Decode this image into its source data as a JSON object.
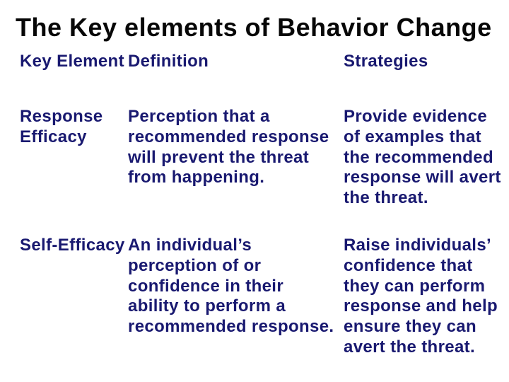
{
  "slide": {
    "title": "The Key elements of Behavior Change",
    "table": {
      "headers": [
        "Key Element",
        "Definition",
        "Strategies"
      ],
      "rows": [
        {
          "key_element": "Response\nEfficacy",
          "definition": "Perception that a\nrecommended response\nwill prevent the threat\nfrom happening.",
          "strategies": "Provide evidence\nof examples that\nthe recommended\nresponse will avert\nthe threat."
        },
        {
          "key_element": "Self-Efficacy",
          "definition": "An individual’s\nperception of or\nconfidence in their\nability to perform a\nrecommended response.",
          "strategies": "Raise individuals’\nconfidence that\nthey can perform\nresponse and help\nensure they can\navert the threat."
        }
      ]
    },
    "colors": {
      "background": "#ffffff",
      "title_text": "#070707",
      "body_text": "#191970"
    }
  }
}
